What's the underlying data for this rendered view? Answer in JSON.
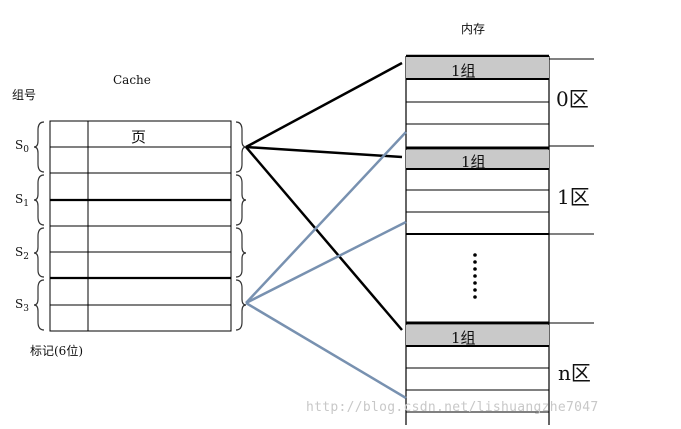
{
  "memory_title": "内存",
  "cache_title": "Cache",
  "group_no_label": "组号",
  "cache_groups": [
    {
      "prefix": "S",
      "sub": "0"
    },
    {
      "prefix": "S",
      "sub": "1"
    },
    {
      "prefix": "S",
      "sub": "2"
    },
    {
      "prefix": "S",
      "sub": "3"
    }
  ],
  "page_label": "页",
  "tag_label": "标记(6位)",
  "memory_areas": [
    {
      "group_label": "1组",
      "area_label": "0区"
    },
    {
      "group_label": "1组",
      "area_label": "1区"
    },
    {
      "group_label": "1组",
      "area_label": "n区"
    }
  ],
  "watermark": "http://blog.csdn.net/lishuangzhe7047",
  "colors": {
    "black_line": "#000000",
    "blue_line": "#7891b0",
    "group_fill": "#c9c9c9"
  }
}
